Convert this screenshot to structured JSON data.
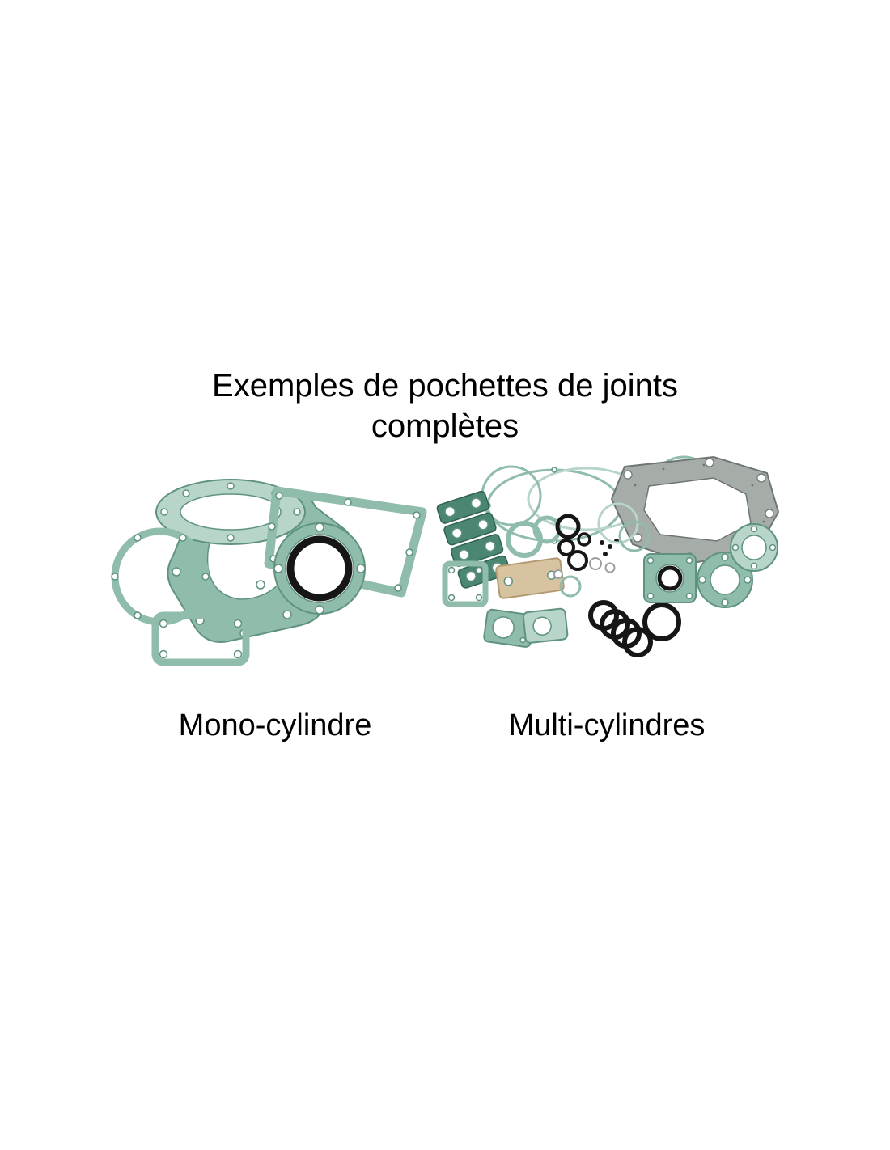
{
  "title": {
    "line1": "Exemples de pochettes de joints",
    "line2": "complètes"
  },
  "captions": {
    "mono": "Mono-cylindre",
    "multi": "Multi-cylindres"
  },
  "colors": {
    "background": "#ffffff",
    "text": "#000000",
    "gasket_teal": "#8fbcab",
    "gasket_teal_light": "#b7d5c8",
    "gasket_teal_dark": "#5f937f",
    "gasket_teal_deep": "#4a8672",
    "gasket_black": "#161616",
    "gasket_gray": "#a6ada9",
    "gasket_gray_dark": "#6e7572",
    "gasket_tan": "#d8c3a0",
    "gasket_tan_dark": "#b39a72"
  }
}
